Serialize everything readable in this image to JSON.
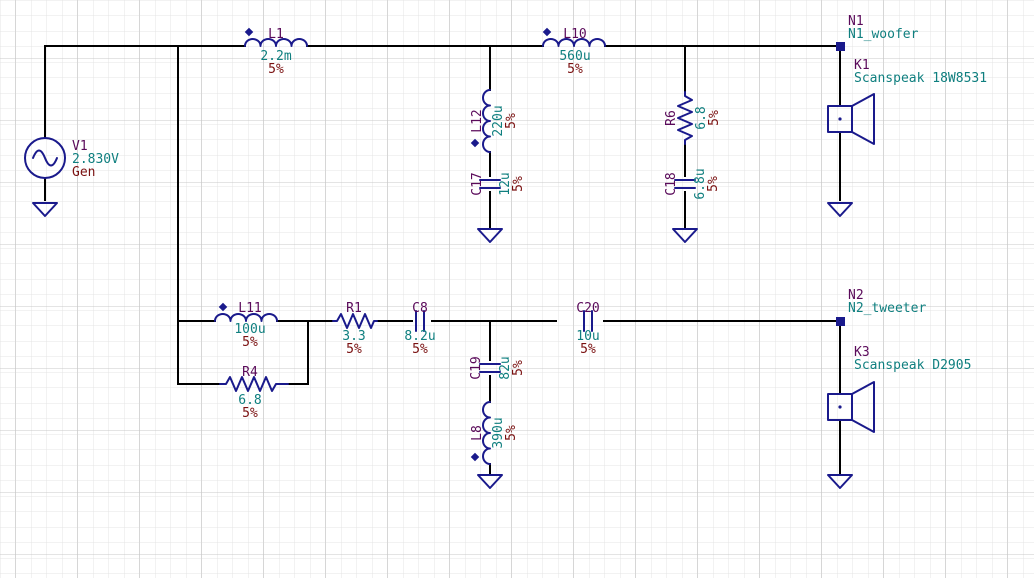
{
  "colors": {
    "background": "#ffffff",
    "grid_minor": "#e4e4e4",
    "grid_major": "#c8c8c8",
    "wire": "#000000",
    "symbol": "#1a1a8c",
    "ref_name": "#5a0a5a",
    "value": "#0f7f7f",
    "tolerance": "#7a1010"
  },
  "source": {
    "ref": "V1",
    "value": "2.830V",
    "label": "Gen"
  },
  "components": {
    "L1": {
      "ref": "L1",
      "value": "2.2m",
      "tol": "5%"
    },
    "L10": {
      "ref": "L10",
      "value": "560u",
      "tol": "5%"
    },
    "L12": {
      "ref": "L12",
      "value": "220u",
      "tol": "5%"
    },
    "C17": {
      "ref": "C17",
      "value": "12u",
      "tol": "5%"
    },
    "R6": {
      "ref": "R6",
      "value": "6.8",
      "tol": "5%"
    },
    "C18": {
      "ref": "C18",
      "value": "6.8u",
      "tol": "5%"
    },
    "L11": {
      "ref": "L11",
      "value": "100u",
      "tol": "5%"
    },
    "R4": {
      "ref": "R4",
      "value": "6.8",
      "tol": "5%"
    },
    "R1": {
      "ref": "R1",
      "value": "3.3",
      "tol": "5%"
    },
    "C8": {
      "ref": "C8",
      "value": "8.2u",
      "tol": "5%"
    },
    "C20": {
      "ref": "C20",
      "value": "10u",
      "tol": "5%"
    },
    "C19": {
      "ref": "C19",
      "value": "82u",
      "tol": "5%"
    },
    "L8": {
      "ref": "L8",
      "value": "390u",
      "tol": "5%"
    }
  },
  "nodes": {
    "N1": {
      "ref": "N1",
      "label": "N1_woofer"
    },
    "N2": {
      "ref": "N2",
      "label": "N2_tweeter"
    }
  },
  "speakers": {
    "K1": {
      "ref": "K1",
      "model": "Scanspeak 18W8531"
    },
    "K3": {
      "ref": "K3",
      "model": "Scanspeak D2905"
    }
  }
}
